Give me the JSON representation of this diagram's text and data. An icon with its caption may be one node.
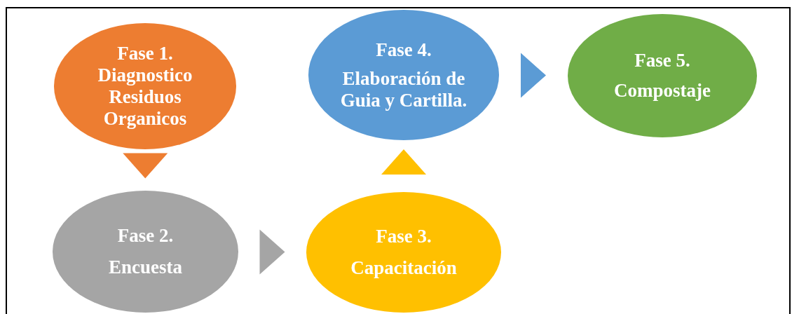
{
  "diagram": {
    "nodes": [
      {
        "text": [
          "Fase 1.",
          "Diagnostico Residuos Organicos"
        ]
      },
      {
        "text": [
          "Fase 2.",
          "Encuesta"
        ]
      },
      {
        "text": [
          "Fase 3.",
          "Capacitación"
        ]
      },
      {
        "text": [
          "Fase 4.",
          "Elaboración de Guia y Cartilla."
        ]
      },
      {
        "text": [
          "Fase 5.",
          "Compostaje"
        ]
      }
    ],
    "edges": [
      {
        "from": 0,
        "to": 1,
        "arrow": "to",
        "color": "#ed7d31"
      },
      {
        "from": 1,
        "to": 2,
        "arrow": "to",
        "color": "#a5a5a5"
      },
      {
        "from": 2,
        "to": 3,
        "arrow": "to",
        "color": "#ffc000"
      },
      {
        "from": 3,
        "to": 4,
        "arrow": "to",
        "color": "#5b9bd5"
      }
    ]
  }
}
